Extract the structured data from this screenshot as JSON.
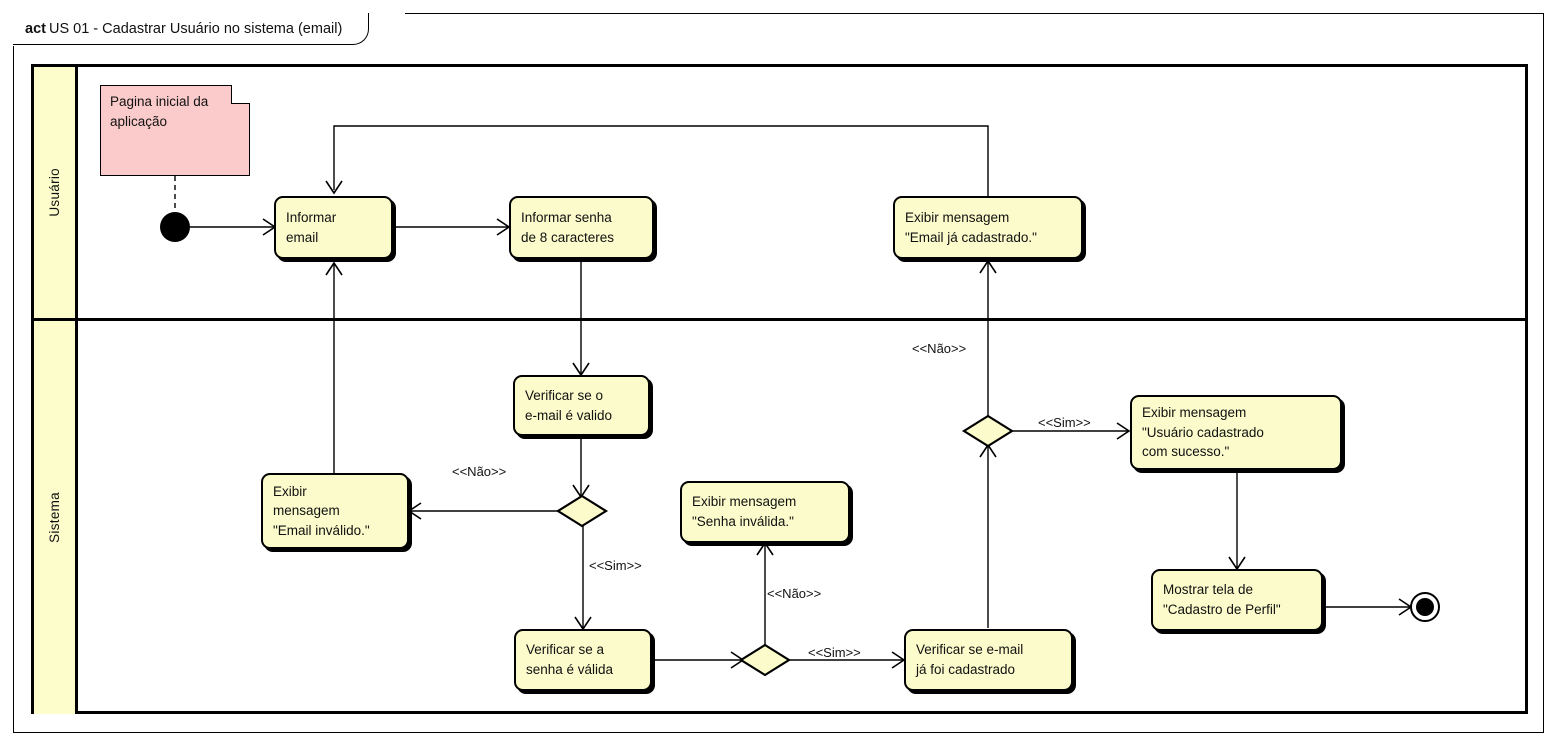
{
  "frame": {
    "kind": "act",
    "title": "US 01 - Cadastrar Usuário no sistema (email)"
  },
  "colors": {
    "node_fill": "#fbfbcb",
    "note_fill": "#fbcbcb",
    "lane_header_fill": "#fdfdcc",
    "stroke": "#000000",
    "canvas": "#ffffff"
  },
  "lanes": [
    {
      "label": "Usuário"
    },
    {
      "label": "Sistema"
    }
  ],
  "note": {
    "text": "Pagina inicial da\naplicação"
  },
  "nodes": {
    "informar_email": "Informar\nemail",
    "informar_senha": "Informar senha\nde 8 caracteres",
    "exibir_email_cadastrado": "Exibir mensagem\n\"Email já cadastrado.\"",
    "verificar_email_valido": "Verificar se o\ne-mail é valido",
    "exibir_email_invalido": "Exibir\nmensagem\n\"Email inválido.\"",
    "exibir_senha_invalida": "Exibir mensagem\n\"Senha inválida.\"",
    "verificar_senha_valida": "Verificar se a\nsenha é válida",
    "verificar_email_cadastrado": "Verificar se e-mail\njá foi cadastrado",
    "exibir_sucesso": "Exibir mensagem\n\"Usuário cadastrado\ncom sucesso.\"",
    "mostrar_cadastro_perfil": "Mostrar tela de\n\"Cadastro de Perfil\""
  },
  "guards": {
    "email_nao": "<<Não>>",
    "email_sim": "<<Sim>>",
    "senha_nao": "<<Não>>",
    "senha_sim": "<<Sim>>",
    "cadastrado_nao": "<<Não>>",
    "cadastrado_sim": "<<Sim>>"
  },
  "control_nodes": {
    "initial": "initial-node",
    "final": "final-node",
    "decision_email": "decision-email-valido",
    "decision_senha": "decision-senha-valida",
    "decision_cadastrado": "decision-email-cadastrado"
  }
}
